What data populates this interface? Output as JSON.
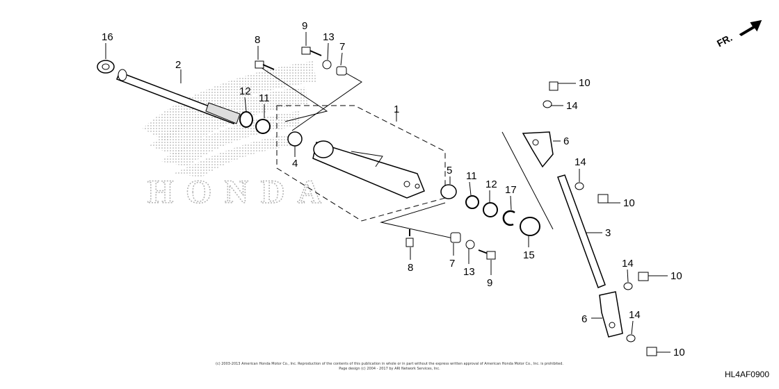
{
  "diagram": {
    "code": "HL4AF0900",
    "direction_label": "FR.",
    "watermark": "HONDA",
    "copyright_lines": [
      "(c) 2003-2013 American Honda Motor Co., Inc. Reproduction of the contents of this publication in whole or in part without the express written approval of American Honda Motor Co., Inc. is prohibited.",
      "Page design (c) 2004 - 2017 by ARI Network Services, Inc."
    ]
  },
  "callouts": {
    "c1": "1",
    "c2": "2",
    "c3": "3",
    "c4": "4",
    "c5": "5",
    "c6a": "6",
    "c6b": "6",
    "c7a": "7",
    "c7b": "7",
    "c8a": "8",
    "c8b": "8",
    "c9a": "9",
    "c9b": "9",
    "c10a": "10",
    "c10b": "10",
    "c10c": "10",
    "c10d": "10",
    "c11a": "11",
    "c11b": "11",
    "c12a": "12",
    "c12b": "12",
    "c13a": "13",
    "c13b": "13",
    "c14a": "14",
    "c14b": "14",
    "c14c": "14",
    "c14d": "14",
    "c15": "15",
    "c16": "16",
    "c17": "17"
  }
}
